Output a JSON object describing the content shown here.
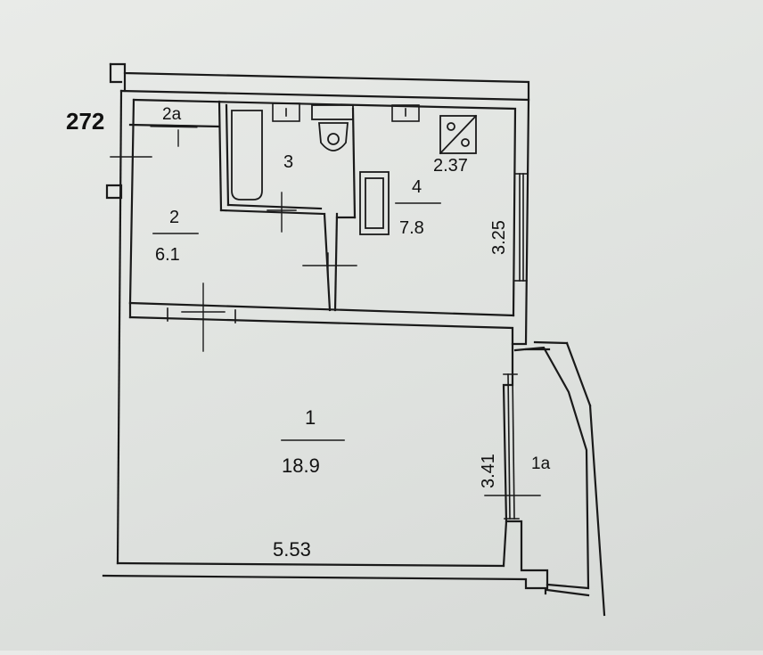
{
  "plan": {
    "apartment_number": "272",
    "rooms": [
      {
        "id": "1",
        "area": "18.9"
      },
      {
        "id": "2",
        "area": "6.1"
      },
      {
        "id": "3"
      },
      {
        "id": "4",
        "area": "7.8"
      }
    ],
    "storage_label": "2а",
    "balcony_label": "1а",
    "dimensions": {
      "width_main": "5.53",
      "depth_right": "3.25",
      "depth_balcony": "3.41",
      "kitchen_small": "2.37"
    }
  },
  "colors": {
    "line": "#1a1a1a",
    "paper": "#e6e8e5"
  }
}
